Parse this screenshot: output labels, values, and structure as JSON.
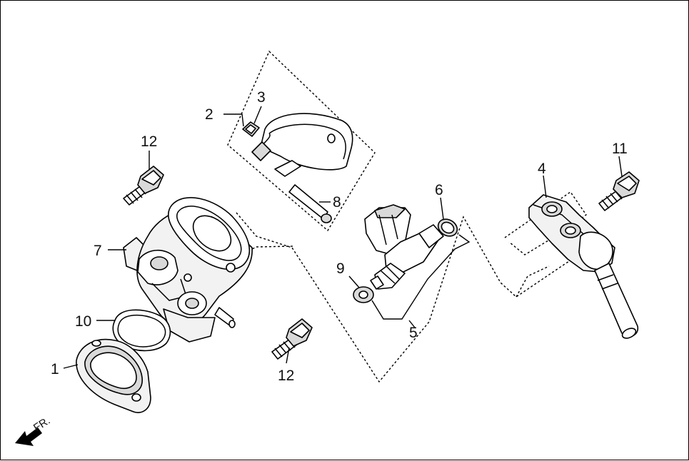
{
  "diagram": {
    "callouts": [
      {
        "id": "c1",
        "label": "1"
      },
      {
        "id": "c2",
        "label": "2"
      },
      {
        "id": "c3",
        "label": "3"
      },
      {
        "id": "c4",
        "label": "4"
      },
      {
        "id": "c5",
        "label": "5"
      },
      {
        "id": "c6",
        "label": "6"
      },
      {
        "id": "c7",
        "label": "7"
      },
      {
        "id": "c8",
        "label": "8"
      },
      {
        "id": "c9",
        "label": "9"
      },
      {
        "id": "c10",
        "label": "10"
      },
      {
        "id": "c11",
        "label": "11"
      },
      {
        "id": "c12a",
        "label": "12"
      },
      {
        "id": "c12b",
        "label": "12"
      }
    ],
    "direction_label": "FR."
  }
}
